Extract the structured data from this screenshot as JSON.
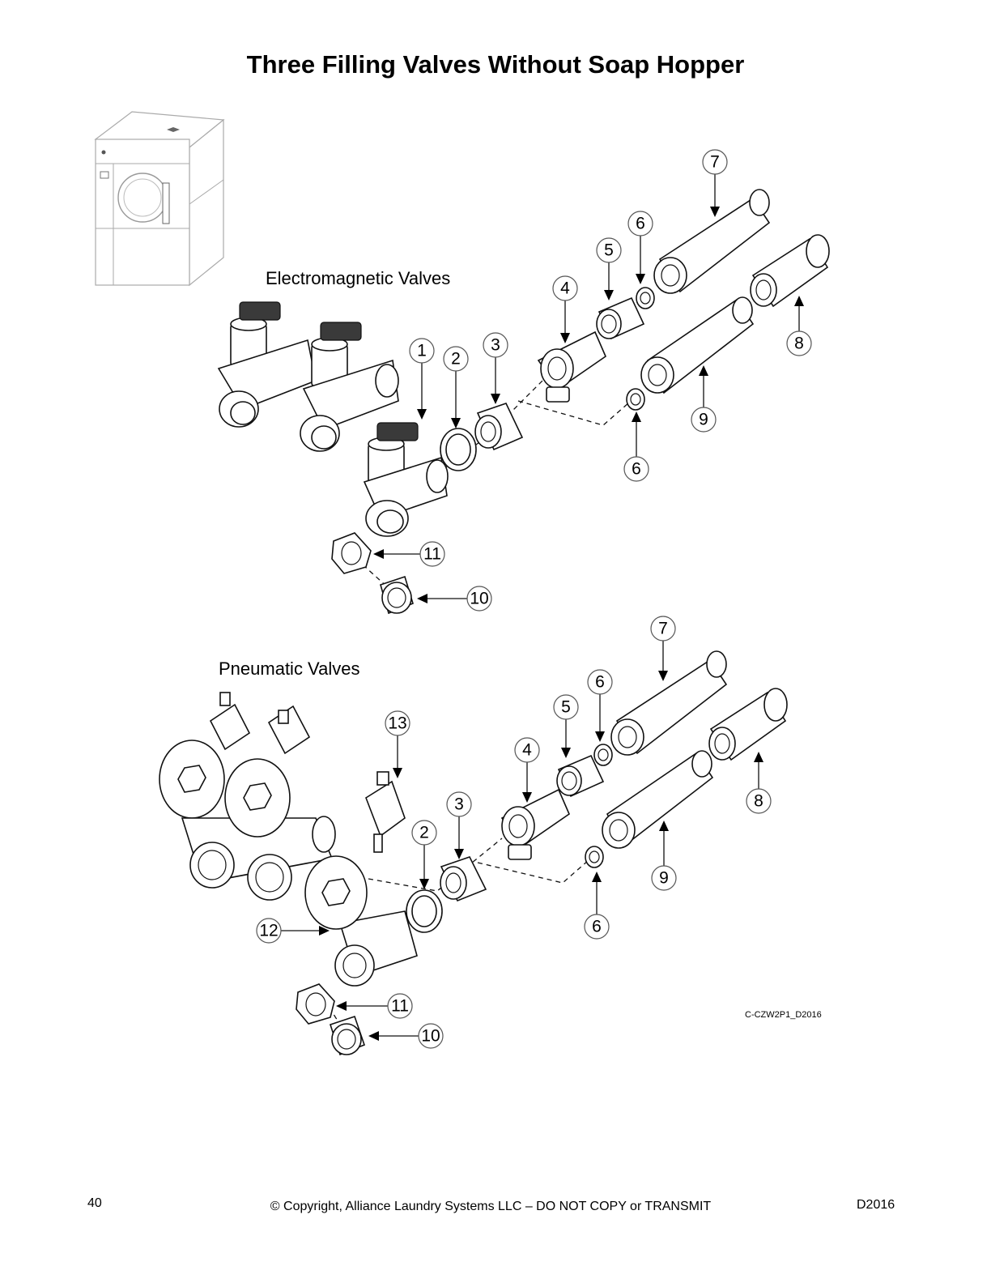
{
  "title": "Three Filling Valves Without Soap Hopper",
  "sections": {
    "electromagnetic": {
      "label": "Electromagnetic Valves"
    },
    "pneumatic": {
      "label": "Pneumatic Valves"
    }
  },
  "callouts": {
    "electromagnetic": [
      "7",
      "6",
      "5",
      "4",
      "8",
      "1",
      "2",
      "3",
      "9",
      "6",
      "11",
      "10"
    ],
    "pneumatic": [
      "7",
      "6",
      "5",
      "13",
      "4",
      "8",
      "3",
      "2",
      "9",
      "12",
      "6",
      "11",
      "10"
    ]
  },
  "drawing_code": "C-CZW2P1_D2016",
  "footer": {
    "page_number": "40",
    "copyright": "© Copyright, Alliance Laundry Systems LLC – DO NOT COPY or TRANSMIT",
    "doc_code": "D2016"
  }
}
